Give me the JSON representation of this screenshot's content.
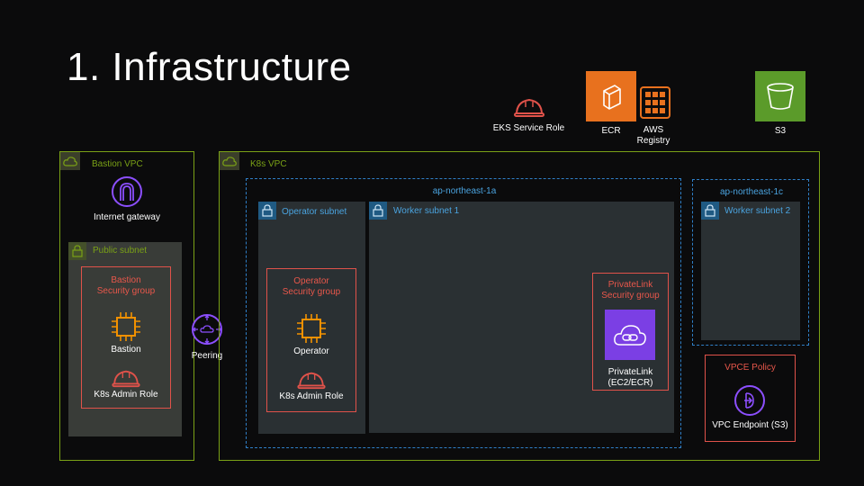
{
  "title": "1. Infrastructure",
  "top": {
    "eks_role": "EKS Service Role",
    "ecr": "ECR",
    "aws_registry": "AWS\nRegistry",
    "s3": "S3"
  },
  "bastion_vpc": {
    "title": "Bastion VPC",
    "igw": "Internet gateway",
    "public_subnet": "Public subnet",
    "sg_title": "Bastion\nSecurity group",
    "instance": "Bastion",
    "role": "K8s Admin Role"
  },
  "peering": "Peering",
  "k8s_vpc": {
    "title": "K8s VPC",
    "az1": "ap-northeast-1a",
    "az2": "ap-northeast-1c",
    "operator_subnet": "Operator subnet",
    "worker_subnet1": "Worker subnet 1",
    "worker_subnet2": "Worker subnet 2",
    "operator_sg": "Operator\nSecurity group",
    "operator_instance": "Operator",
    "operator_role": "K8s Admin Role",
    "privatelink_sg": "PrivateLink\nSecurity group",
    "privatelink": "PrivateLink\n(EC2/ECR)",
    "vpce_policy": "VPCE Policy",
    "vpc_endpoint": "VPC Endpoint (S3)"
  },
  "colors": {
    "vpc": "#7aa116",
    "az": "#2f7fc7",
    "sg": "#e0524a",
    "ecr": "#e8711e",
    "s3": "#5b9b2a",
    "compute": "#f29100",
    "network": "#8c4fff"
  },
  "icons": [
    "hard-hat-icon",
    "ecr-icon",
    "registry-icon",
    "s3-bucket-icon",
    "vpc-cloud-icon",
    "lock-icon",
    "internet-gateway-icon",
    "ec2-chip-icon",
    "peering-icon",
    "privatelink-icon",
    "vpc-endpoint-icon"
  ]
}
